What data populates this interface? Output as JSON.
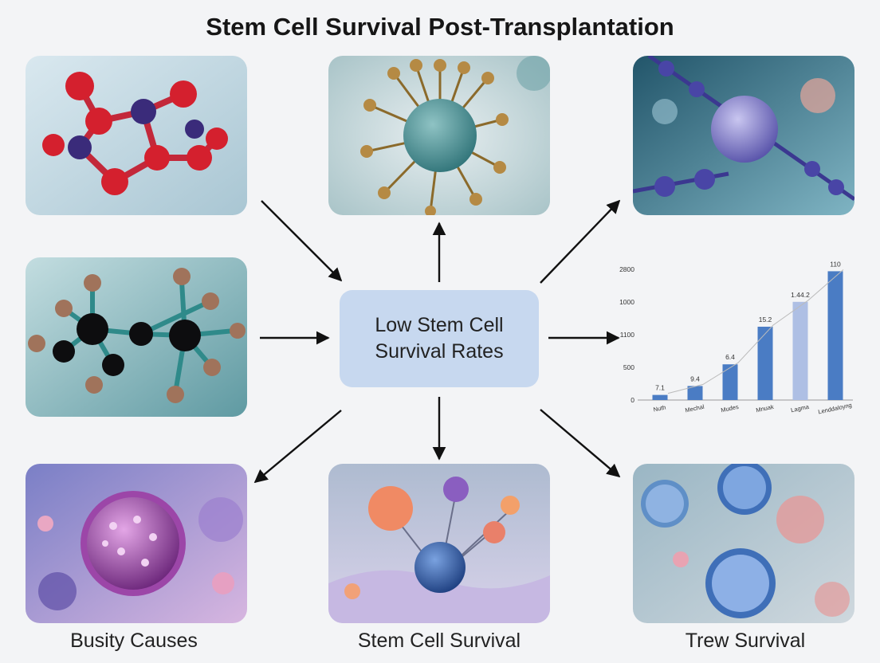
{
  "title": "Stem Cell Survival Post-Transplantation",
  "center": {
    "line1": "Low Stem Cell",
    "line2": "Survival Rates"
  },
  "captions": {
    "left": "Busity Causes",
    "middle": "Stem Cell Survival",
    "right": "Trew Survival"
  },
  "chart_data": {
    "type": "bar",
    "categories": [
      "Nuth",
      "Mechal",
      "Mudes",
      "Mnuak",
      "Lagma",
      "Lenddaloyng"
    ],
    "values": [
      80,
      220,
      560,
      1150,
      1540,
      2020
    ],
    "data_labels": [
      "7.1",
      "9.4",
      "6.4",
      "15.2",
      "1.44.2",
      "110"
    ],
    "yticks": [
      "0",
      "500",
      "1100",
      "1000",
      "2800"
    ],
    "ylim": [
      0,
      2100
    ],
    "bar_colors": [
      "#4a7cc4",
      "#4a7cc4",
      "#4a7cc4",
      "#4a7cc4",
      "#aebfe4",
      "#4a7cc4"
    ],
    "grid": false
  },
  "colors": {
    "center_box": "#c7d8ef",
    "arrow": "#111111",
    "bar": "#4a7cc4",
    "bar_light": "#aebfe4"
  }
}
